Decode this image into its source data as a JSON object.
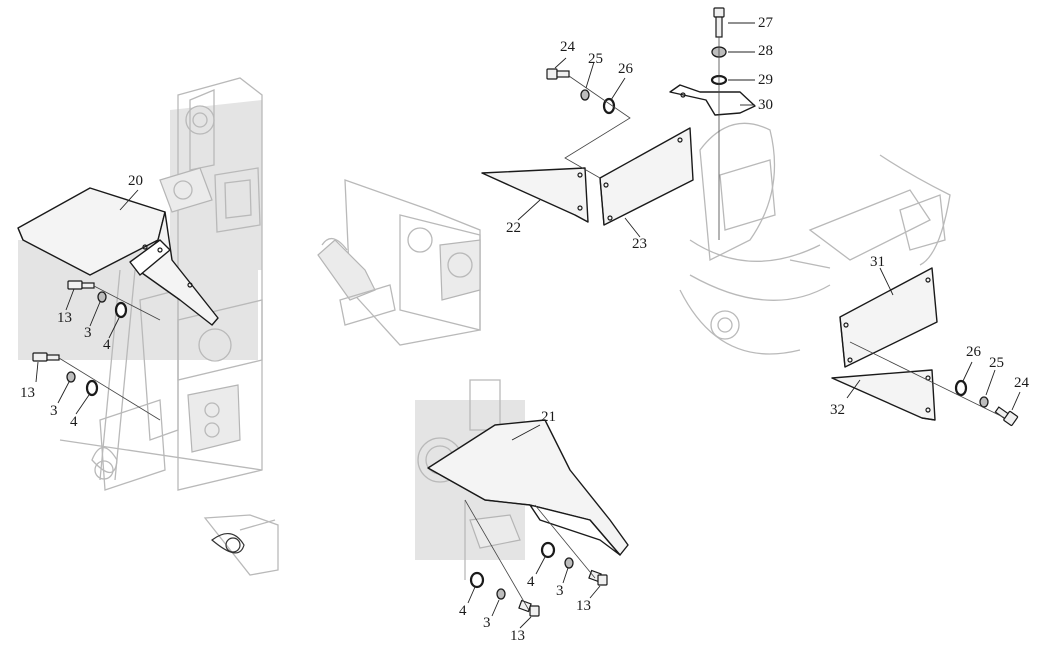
{
  "callouts": {
    "c20": "20",
    "c21": "21",
    "c22": "22",
    "c23": "23",
    "c24a": "24",
    "c25a": "25",
    "c26a": "26",
    "c27": "27",
    "c28": "28",
    "c29": "29",
    "c30": "30",
    "c31": "31",
    "c32": "32",
    "c24b": "24",
    "c25b": "25",
    "c26b": "26",
    "c13a": "13",
    "c3a": "3",
    "c4a": "4",
    "c13b": "13",
    "c3b": "3",
    "c4b": "4",
    "c4c": "4",
    "c3c": "3",
    "c13c": "13",
    "c4d": "4",
    "c3d": "3",
    "c13d": "13"
  }
}
